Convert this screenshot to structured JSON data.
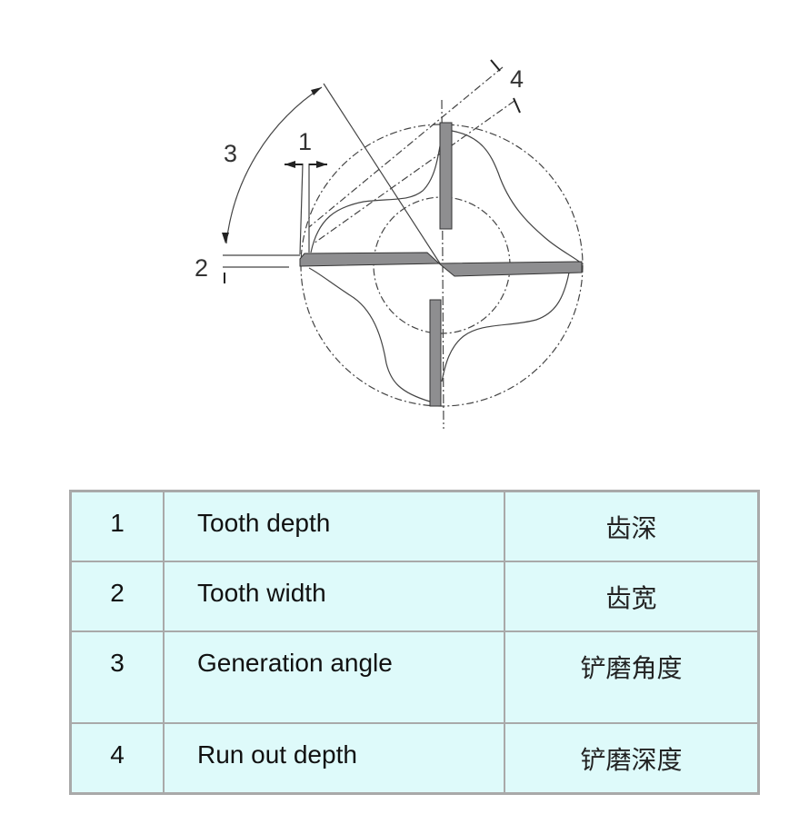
{
  "diagram": {
    "labels": [
      "1",
      "2",
      "3",
      "4"
    ]
  },
  "table": {
    "rows": [
      {
        "num": "1",
        "en": "Tooth depth",
        "zh": "齿深"
      },
      {
        "num": "2",
        "en": "Tooth width",
        "zh": "齿宽"
      },
      {
        "num": "3",
        "en": "Generation angle",
        "zh": "铲磨角度"
      },
      {
        "num": "4",
        "en": "Run out depth",
        "zh": "铲磨深度"
      }
    ]
  }
}
